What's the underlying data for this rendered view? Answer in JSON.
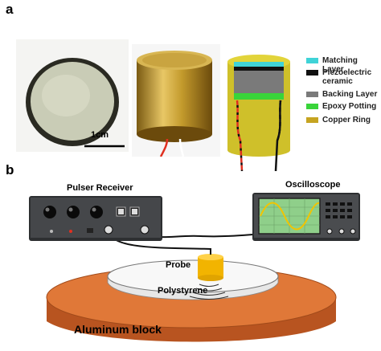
{
  "panel_a": {
    "letter": "a",
    "scale_bar": "1cm",
    "legend": [
      {
        "label": "Matching Layer",
        "color": "#3fd3d7"
      },
      {
        "label": "Piezoelectric\nceramic",
        "color": "#111111"
      },
      {
        "label": "Backing Layer",
        "color": "#7a7a7a"
      },
      {
        "label": "Epoxy Potting",
        "color": "#39d43a"
      },
      {
        "label": "Copper Ring",
        "color": "#c6a421"
      }
    ]
  },
  "panel_b": {
    "letter": "b",
    "pulser_receiver": "Pulser Receiver",
    "oscilloscope": "Oscilloscope",
    "probe": "Probe",
    "polystyrene": "Polystyrene",
    "aluminum": "Aluminum block"
  },
  "colors": {
    "device_body": "#3d3f42",
    "screen": "#8fcf8a",
    "wave": "#f2c400",
    "probe": "#f2b400",
    "aluminum_top": "#e07838",
    "aluminum_side": "#b85420"
  }
}
